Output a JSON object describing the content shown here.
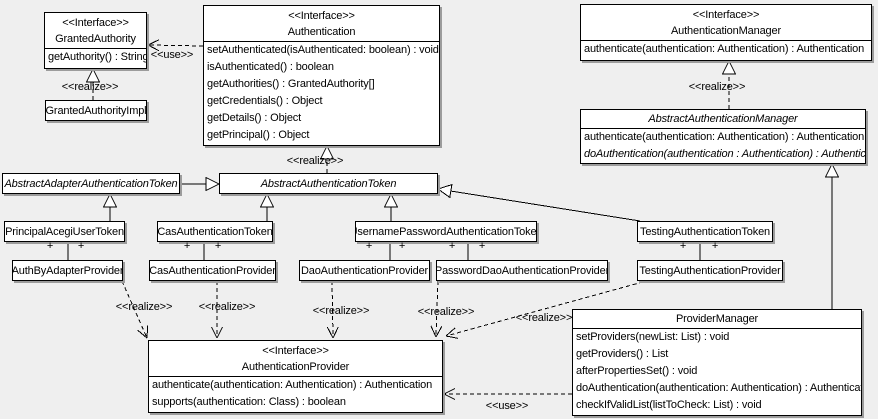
{
  "colors": {
    "background": "#efefef",
    "box_fill": "#ffffff",
    "line": "#000000",
    "shadow": "#9c9c9c"
  },
  "labels": {
    "realize": "<<realize>>",
    "use": "<<use>>",
    "plus": "+"
  },
  "classes": {
    "granted_authority": {
      "stereotype": "<<Interface>>",
      "name": "GrantedAuthority",
      "methods": [
        "getAuthority() : String"
      ]
    },
    "granted_authority_impl": {
      "name": "GrantedAuthorityImpl"
    },
    "authentication": {
      "stereotype": "<<Interface>>",
      "name": "Authentication",
      "methods": [
        "setAuthenticated(isAuthenticated: boolean) : void",
        "isAuthenticated() : boolean",
        "getAuthorities() : GrantedAuthority[]",
        "getCredentials() : Object",
        "getDetails() : Object",
        "getPrincipal() : Object"
      ]
    },
    "authentication_manager": {
      "stereotype": "<<Interface>>",
      "name": "AuthenticationManager",
      "methods": [
        "authenticate(authentication: Authentication) : Authentication"
      ]
    },
    "abstract_authentication_manager": {
      "name": "AbstractAuthenticationManager",
      "methods": [
        "authenticate(authentication: Authentication) : Authentication",
        "doAuthentication(authentication : Authentication) : Authentication"
      ]
    },
    "abstract_adapter_authentication_token": {
      "name": "AbstractAdapterAuthenticationToken"
    },
    "abstract_authentication_token": {
      "name": "AbstractAuthenticationToken"
    },
    "principal_acegi_user_token": {
      "name": "PrincipalAcegiUserToken"
    },
    "cas_authentication_token": {
      "name": "CasAuthenticationToken"
    },
    "username_password_authentication_token": {
      "name": "UsernamePasswordAuthenticationToken"
    },
    "testing_authentication_token": {
      "name": "TestingAuthenticationToken"
    },
    "auth_by_adapter_provider": {
      "name": "AuthByAdapterProvider"
    },
    "cas_authentication_provider": {
      "name": "CasAuthenticationProvider"
    },
    "dao_authentication_provider": {
      "name": "DaoAuthenticationProvider"
    },
    "password_dao_authentication_provider": {
      "name": "PasswordDaoAuthenticationProvider"
    },
    "testing_authentication_provider": {
      "name": "TestingAuthenticationProvider"
    },
    "authentication_provider": {
      "stereotype": "<<Interface>>",
      "name": "AuthenticationProvider",
      "methods": [
        "authenticate(authentication: Authentication) : Authentication",
        "supports(authentication: Class) : boolean"
      ]
    },
    "provider_manager": {
      "name": "ProviderManager",
      "methods": [
        "setProviders(newList: List) : void",
        "getProviders() : List",
        "afterPropertiesSet() : void",
        "doAuthentication(authentication: Authentication) : Authentication",
        "checkIfValidList(listToCheck: List) : void"
      ]
    }
  },
  "relationships": [
    {
      "from": "GrantedAuthorityImpl",
      "to": "GrantedAuthority",
      "type": "realize"
    },
    {
      "from": "Authentication",
      "to": "GrantedAuthority",
      "type": "use"
    },
    {
      "from": "AbstractAuthenticationToken",
      "to": "Authentication",
      "type": "realize"
    },
    {
      "from": "AbstractAuthenticationManager",
      "to": "AuthenticationManager",
      "type": "realize"
    },
    {
      "from": "ProviderManager",
      "to": "AbstractAuthenticationManager",
      "type": "extends"
    },
    {
      "from": "AbstractAdapterAuthenticationToken",
      "to": "AbstractAuthenticationToken",
      "type": "extends"
    },
    {
      "from": "PrincipalAcegiUserToken",
      "to": "AbstractAdapterAuthenticationToken",
      "type": "extends"
    },
    {
      "from": "CasAuthenticationToken",
      "to": "AbstractAuthenticationToken",
      "type": "extends"
    },
    {
      "from": "UsernamePasswordAuthenticationToken",
      "to": "AbstractAuthenticationToken",
      "type": "extends"
    },
    {
      "from": "TestingAuthenticationToken",
      "to": "AbstractAuthenticationToken",
      "type": "extends"
    },
    {
      "from": "PrincipalAcegiUserToken",
      "to": "AuthByAdapterProvider",
      "type": "association"
    },
    {
      "from": "CasAuthenticationToken",
      "to": "CasAuthenticationProvider",
      "type": "association"
    },
    {
      "from": "UsernamePasswordAuthenticationToken",
      "to": "DaoAuthenticationProvider",
      "type": "association"
    },
    {
      "from": "UsernamePasswordAuthenticationToken",
      "to": "PasswordDaoAuthenticationProvider",
      "type": "association"
    },
    {
      "from": "TestingAuthenticationToken",
      "to": "TestingAuthenticationProvider",
      "type": "association"
    },
    {
      "from": "AuthByAdapterProvider",
      "to": "AuthenticationProvider",
      "type": "realize"
    },
    {
      "from": "CasAuthenticationProvider",
      "to": "AuthenticationProvider",
      "type": "realize"
    },
    {
      "from": "DaoAuthenticationProvider",
      "to": "AuthenticationProvider",
      "type": "realize"
    },
    {
      "from": "PasswordDaoAuthenticationProvider",
      "to": "AuthenticationProvider",
      "type": "realize"
    },
    {
      "from": "TestingAuthenticationProvider",
      "to": "AuthenticationProvider",
      "type": "realize"
    },
    {
      "from": "ProviderManager",
      "to": "AuthenticationProvider",
      "type": "use"
    }
  ]
}
